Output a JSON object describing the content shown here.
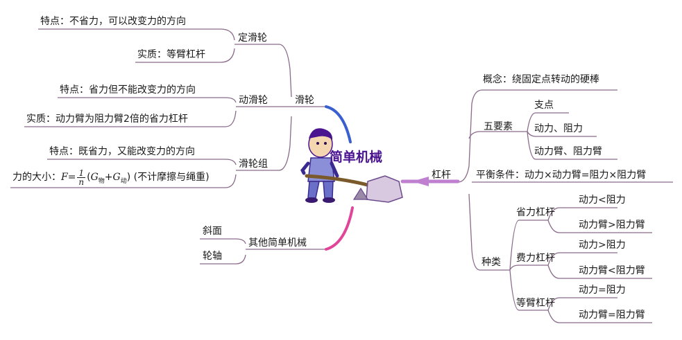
{
  "center": {
    "label": "简单机械"
  },
  "pulley": {
    "label": "滑轮",
    "fixed": {
      "label": "定滑轮",
      "feature": "特点：不省力，可以改变力的方向",
      "essence": "实质：等臂杠杆"
    },
    "movable": {
      "label": "动滑轮",
      "feature": "特点：省力但不能改变力的方向",
      "essence": "实质：动力臂为阻力臂2倍的省力杠杆"
    },
    "block": {
      "label": "滑轮组",
      "feature": "特点：既省力，又能改变力的方向",
      "formula": {
        "prefix": "力的大小：",
        "F": "F",
        "eq": "=",
        "num": "1",
        "den": "n",
        "g1": "G",
        "g1sub": "物",
        "plus": "+",
        "g2": "G",
        "g2sub": "动",
        "suffix": "(不计摩擦与绳重)"
      }
    }
  },
  "other": {
    "label": "其他简单机械",
    "items": [
      "斜面",
      "轮轴"
    ]
  },
  "lever": {
    "label": "杠杆",
    "concept": "概念：绕固定点转动的硬棒",
    "five": {
      "label": "五要素",
      "items": [
        "支点",
        "动力、阻力",
        "动力臂、阻力臂"
      ]
    },
    "balance": "平衡条件：动力×动力臂=阻力×阻力臂",
    "types": {
      "label": "种类",
      "groups": [
        {
          "label": "省力杠杆",
          "items": [
            "动力<阻力",
            "动力臂>阻力臂"
          ]
        },
        {
          "label": "费力杠杆",
          "items": [
            "动力>阻力",
            "动力臂<阻力臂"
          ]
        },
        {
          "label": "等臂杠杆",
          "items": [
            "动力=阻力",
            "动力臂=阻力臂"
          ]
        }
      ]
    }
  },
  "colors": {
    "branch": "#8a6a8a",
    "pulley_accent": "#3a5fcf",
    "other_accent": "#e0459a",
    "lever_accent": "#c080d0",
    "center_text": "#4a1390"
  }
}
